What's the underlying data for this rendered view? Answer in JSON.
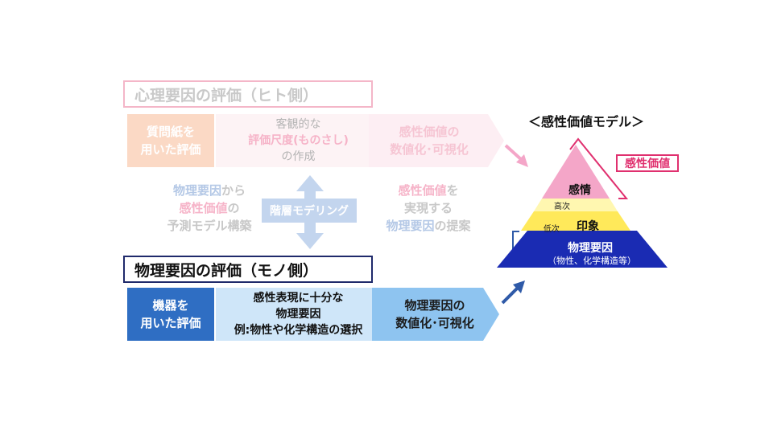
{
  "psychological": {
    "title": "心理要因の評価（ヒト側）",
    "method_line1": "質問紙を",
    "method_line2": "用いた評価",
    "scale_line1": "客観的な",
    "scale_line2": "評価尺度(ものさし)",
    "scale_line3": "の作成",
    "output_line1": "感性価値の",
    "output_line2": "数値化･可視化"
  },
  "left_note": {
    "line1_a": "物理要因",
    "line1_b": "から",
    "line2_a": "感性価値",
    "line2_b": "の",
    "line3": "予測モデル構築"
  },
  "right_note": {
    "line1_a": "感性価値",
    "line1_b": "を",
    "line2": "実現する",
    "line3_a": "物理要因",
    "line3_b": "の提案"
  },
  "layer_modeling": "階層モデリング",
  "physical": {
    "title": "物理要因の評価（モノ側）",
    "method_line1": "機器を",
    "method_line2": "用いた評価",
    "factors_line1": "感性表現に十分な",
    "factors_line2": "物理要因",
    "factors_line3": "例:物性や化学構造の選択",
    "output_line1": "物理要因の",
    "output_line2": "数値化･可視化"
  },
  "model": {
    "title": "＜感性価値モデル＞",
    "kansei_value_label": "感性価値",
    "top_layer": "感情",
    "high_order": "高次",
    "middle_layer": "印象",
    "low_order": "低次",
    "bottom_layer": "物理要因",
    "bottom_sub": "（物性、化学構造等）"
  },
  "colors": {
    "pink": "#f4a6c8",
    "yellow": "#fff08c",
    "navy": "#1a2bb3",
    "blue_box": "#2f6ec3",
    "light_blue": "#cfe6f9",
    "accent_red": "#e0306f"
  }
}
